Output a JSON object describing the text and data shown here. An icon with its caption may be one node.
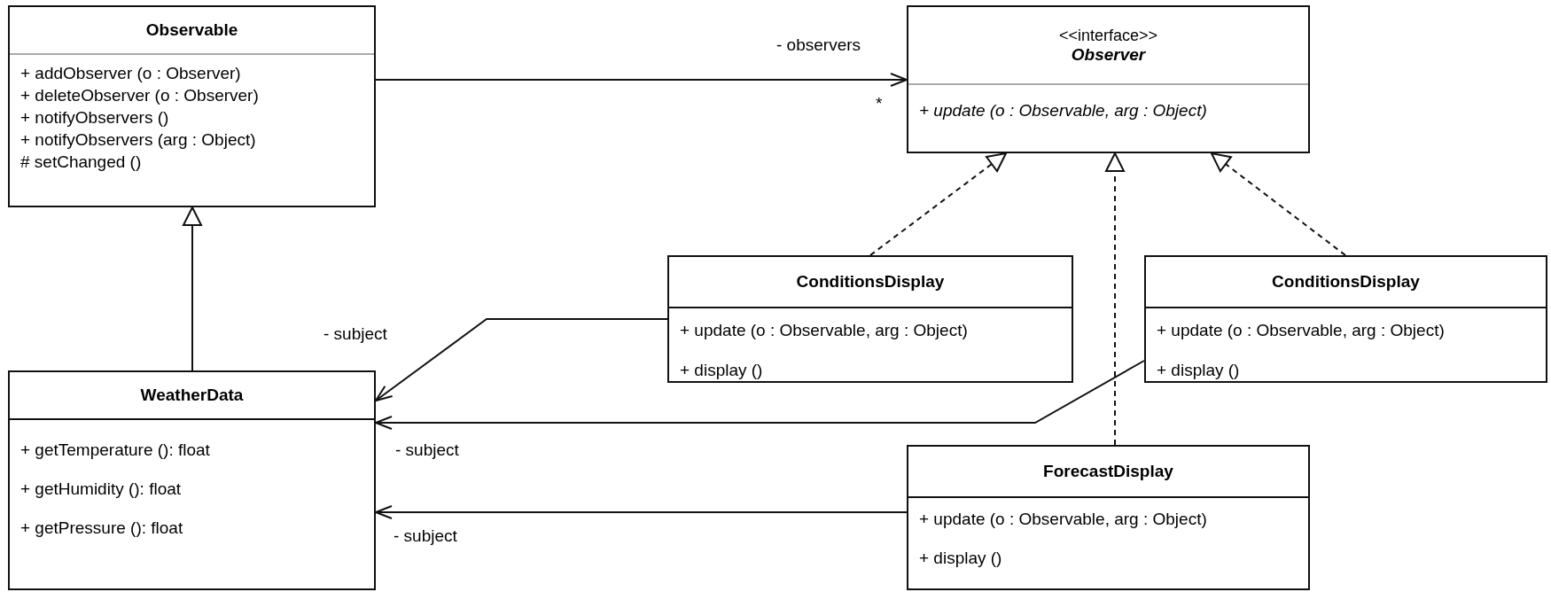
{
  "diagram": {
    "nodes": [
      {
        "text": [
          "Observable",
          "+ addObserver (o : Observer)",
          "+ deleteObserver (o : Observer)",
          "+ notifyObservers ()",
          "+ notifyObservers (arg : Object)",
          "# setChanged ()"
        ]
      },
      {
        "text": [
          "<<interface>>",
          "Observer",
          "+ update (o : Observable, arg : Object)"
        ]
      },
      {
        "text": [
          "ConditionsDisplay",
          "+ update (o : Observable, arg : Object)",
          "+ display ()"
        ]
      },
      {
        "text": [
          "ConditionsDisplay",
          "+ update (o : Observable, arg : Object)",
          "+ display ()"
        ]
      },
      {
        "text": [
          "WeatherData",
          "+ getTemperature (): float",
          "+ getHumidity (): float",
          "+ getPressure (): float"
        ]
      },
      {
        "text": [
          "ForecastDisplay",
          "+ update (o : Observable, arg : Object)",
          "+ display ()"
        ]
      }
    ],
    "edges": [
      {
        "from": 0,
        "to": 1,
        "arrow": "to",
        "label": "- observers"
      },
      {
        "from": 4,
        "to": 0,
        "arrow": "to"
      },
      {
        "from": 2,
        "to": 1,
        "arrow": "to",
        "style": "dashed"
      },
      {
        "from": 5,
        "to": 1,
        "arrow": "to",
        "style": "dashed"
      },
      {
        "from": 3,
        "to": 1,
        "arrow": "to",
        "style": "dashed"
      },
      {
        "from": 2,
        "to": 4,
        "arrow": "to",
        "label": "- subject"
      },
      {
        "from": 3,
        "to": 4,
        "arrow": "to",
        "label": "- subject"
      },
      {
        "from": 5,
        "to": 4,
        "arrow": "to",
        "label": "- subject"
      }
    ],
    "labels": [
      "*"
    ]
  }
}
